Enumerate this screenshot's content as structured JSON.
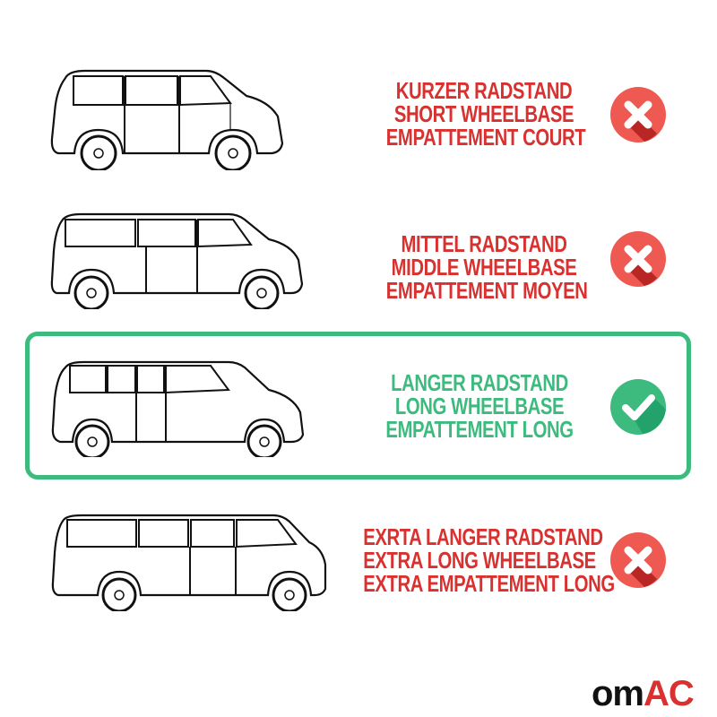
{
  "rows": [
    {
      "van": "short-wheelbase-van",
      "lines": [
        "KURZER RADSTAND",
        "SHORT WHEELBASE",
        "EMPATTEMENT COURT"
      ],
      "status": "incompatible",
      "icon": "cross-icon",
      "color": "#d8312f"
    },
    {
      "van": "middle-wheelbase-van",
      "lines": [
        "MITTEL RADSTAND",
        "MIDDLE WHEELBASE",
        "EMPATTEMENT MOYEN"
      ],
      "status": "incompatible",
      "icon": "cross-icon",
      "color": "#d8312f"
    },
    {
      "van": "long-wheelbase-van",
      "lines": [
        "LANGER RADSTAND",
        "LONG WHEELBASE",
        "EMPATTEMENT LONG"
      ],
      "status": "compatible",
      "icon": "check-icon",
      "color": "#3dbb7e",
      "highlighted": true
    },
    {
      "van": "extra-long-wheelbase-van",
      "lines": [
        "EXRTA LANGER RADSTAND",
        "EXTRA LONG WHEELBASE",
        "EXTRA EMPATTEMENT LONG"
      ],
      "status": "incompatible",
      "icon": "cross-icon",
      "color": "#d8312f"
    }
  ],
  "logo": {
    "part1": "om",
    "part2": "AC"
  },
  "colors": {
    "red": "#d8312f",
    "red_dark": "#b3211f",
    "green": "#3dbb7e",
    "green_dark": "#1f9e67"
  }
}
